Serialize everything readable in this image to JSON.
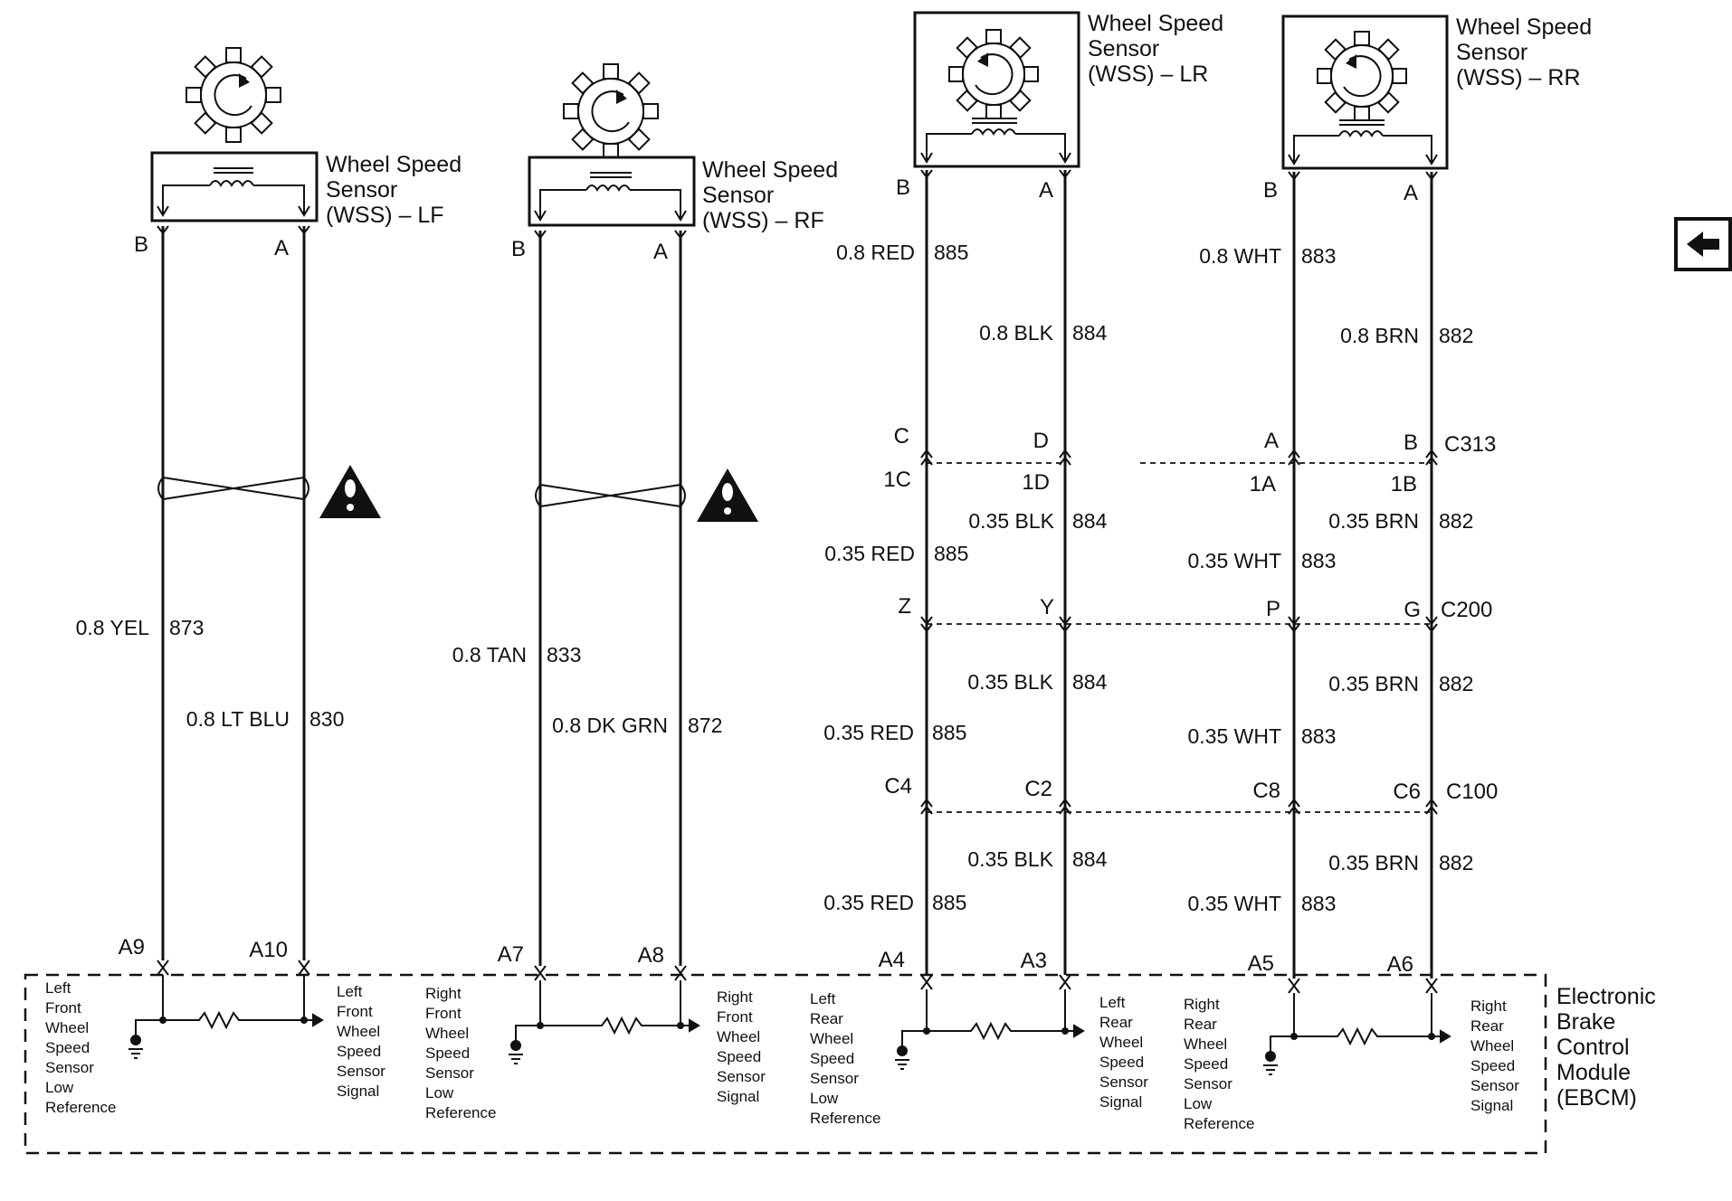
{
  "sensors": [
    {
      "id": "lf",
      "title_lines": [
        "Wheel Speed",
        "Sensor",
        "(WSS) – LF"
      ],
      "pin_b": "B",
      "pin_a": "A"
    },
    {
      "id": "rf",
      "title_lines": [
        "Wheel Speed",
        "Sensor",
        "(WSS) – RF"
      ],
      "pin_b": "B",
      "pin_a": "A"
    },
    {
      "id": "lr",
      "title_lines": [
        "Wheel Speed",
        "Sensor",
        "(WSS) – LR"
      ],
      "pin_b": "B",
      "pin_a": "A"
    },
    {
      "id": "rr",
      "title_lines": [
        "Wheel Speed",
        "Sensor",
        "(WSS) – RR"
      ],
      "pin_b": "B",
      "pin_a": "A"
    }
  ],
  "front_wires": [
    {
      "label": "0.8 YEL",
      "circuit": "873"
    },
    {
      "label": "0.8 LT BLU",
      "circuit": "830"
    },
    {
      "label": "0.8 TAN",
      "circuit": "833"
    },
    {
      "label": "0.8 DK GRN",
      "circuit": "872"
    }
  ],
  "rear_top_wires": [
    {
      "label": "0.8 RED",
      "circuit": "885"
    },
    {
      "label": "0.8 BLK",
      "circuit": "884"
    },
    {
      "label": "0.8 WHT",
      "circuit": "883"
    },
    {
      "label": "0.8 BRN",
      "circuit": "882"
    }
  ],
  "connector_c313": {
    "name": "C313",
    "pins_male": [
      "C",
      "D",
      "A",
      "B"
    ],
    "pins_female": [
      "1C",
      "1D",
      "1A",
      "1B"
    ]
  },
  "segment_1": [
    {
      "label": "0.35 RED",
      "circuit": "885"
    },
    {
      "label": "0.35 BLK",
      "circuit": "884"
    },
    {
      "label": "0.35 WHT",
      "circuit": "883"
    },
    {
      "label": "0.35 BRN",
      "circuit": "882"
    }
  ],
  "connector_c200": {
    "name": "C200",
    "pins": [
      "Z",
      "Y",
      "P",
      "G"
    ]
  },
  "segment_2": [
    {
      "label": "0.35 RED",
      "circuit": "885"
    },
    {
      "label": "0.35 BLK",
      "circuit": "884"
    },
    {
      "label": "0.35 WHT",
      "circuit": "883"
    },
    {
      "label": "0.35 BRN",
      "circuit": "882"
    }
  ],
  "connector_c100": {
    "name": "C100",
    "pins": [
      "C4",
      "C2",
      "C8",
      "C6"
    ]
  },
  "segment_3": [
    {
      "label": "0.35 RED",
      "circuit": "885"
    },
    {
      "label": "0.35 BLK",
      "circuit": "884"
    },
    {
      "label": "0.35 WHT",
      "circuit": "883"
    },
    {
      "label": "0.35 BRN",
      "circuit": "882"
    }
  ],
  "ebcm_pins": [
    "A9",
    "A10",
    "A7",
    "A8",
    "A4",
    "A3",
    "A5",
    "A6"
  ],
  "ebcm_labels": [
    [
      "Left",
      "Front",
      "Wheel",
      "Speed",
      "Sensor",
      "Low",
      "Reference"
    ],
    [
      "Left",
      "Front",
      "Wheel",
      "Speed",
      "Sensor",
      "Signal"
    ],
    [
      "Right",
      "Front",
      "Wheel",
      "Speed",
      "Sensor",
      "Low",
      "Reference"
    ],
    [
      "Right",
      "Front",
      "Wheel",
      "Speed",
      "Sensor",
      "Signal"
    ],
    [
      "Left",
      "Rear",
      "Wheel",
      "Speed",
      "Sensor",
      "Low",
      "Reference"
    ],
    [
      "Left",
      "Rear",
      "Wheel",
      "Speed",
      "Sensor",
      "Signal"
    ],
    [
      "Right",
      "Rear",
      "Wheel",
      "Speed",
      "Sensor",
      "Low",
      "Reference"
    ],
    [
      "Right",
      "Rear",
      "Wheel",
      "Speed",
      "Sensor",
      "Signal"
    ]
  ],
  "ebcm_title_lines": [
    "Electronic",
    "Brake",
    "Control",
    "Module",
    "(EBCM)"
  ],
  "warning_icon": "warning-triangle-icon",
  "nav_icon": "left-arrow-icon"
}
